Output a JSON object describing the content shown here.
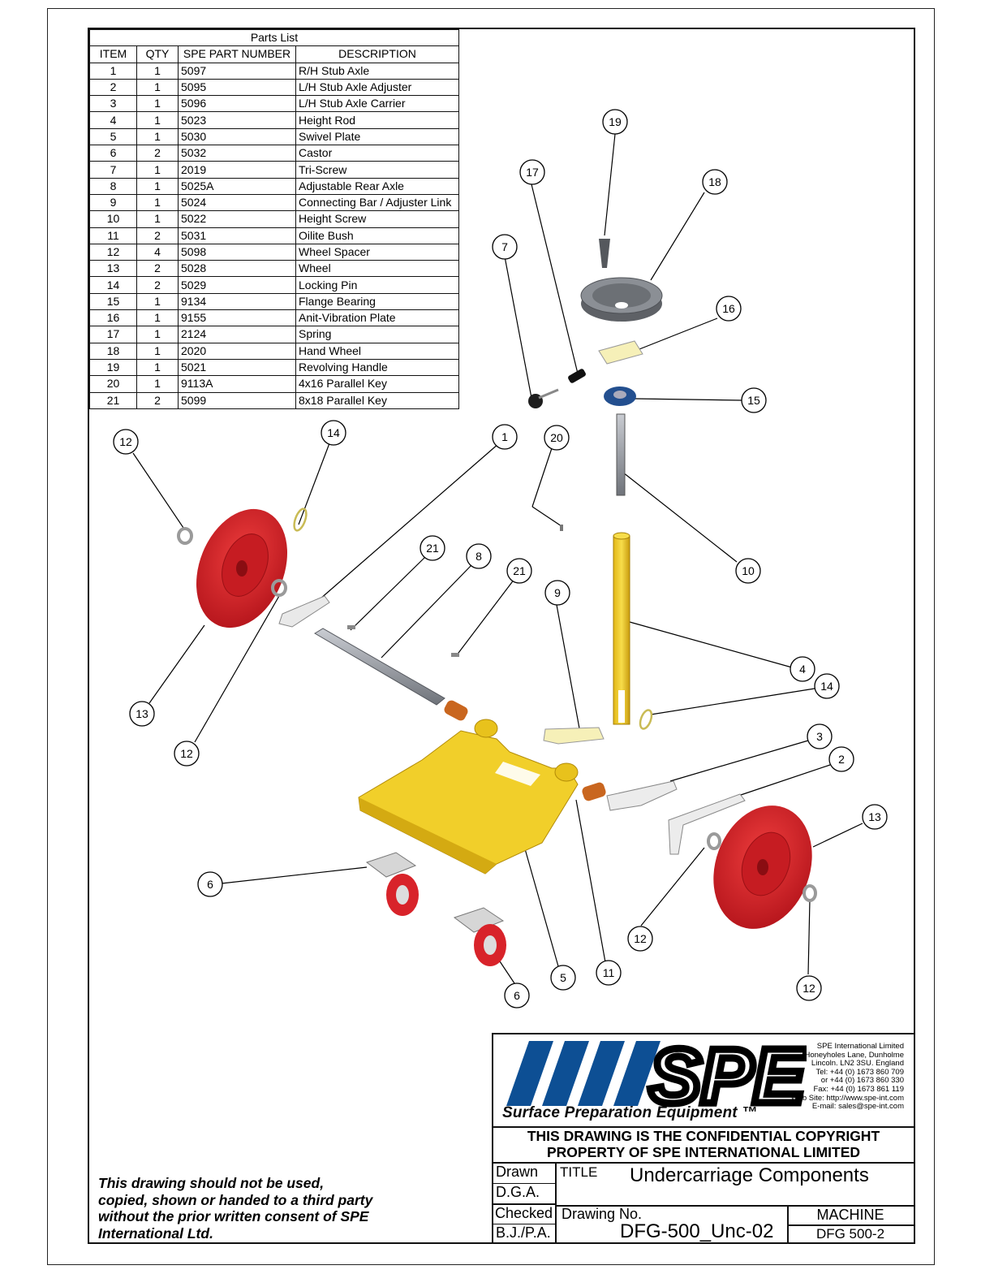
{
  "parts_list": {
    "title": "Parts List",
    "headers": {
      "item": "ITEM",
      "qty": "QTY",
      "part_number": "SPE PART NUMBER",
      "description": "DESCRIPTION"
    },
    "rows": [
      {
        "item": "1",
        "qty": "1",
        "pn": "5097",
        "desc": "R/H Stub Axle"
      },
      {
        "item": "2",
        "qty": "1",
        "pn": "5095",
        "desc": "L/H Stub Axle Adjuster"
      },
      {
        "item": "3",
        "qty": "1",
        "pn": "5096",
        "desc": "L/H Stub Axle Carrier"
      },
      {
        "item": "4",
        "qty": "1",
        "pn": "5023",
        "desc": "Height Rod"
      },
      {
        "item": "5",
        "qty": "1",
        "pn": "5030",
        "desc": "Swivel Plate"
      },
      {
        "item": "6",
        "qty": "2",
        "pn": "5032",
        "desc": "Castor"
      },
      {
        "item": "7",
        "qty": "1",
        "pn": "2019",
        "desc": "Tri-Screw"
      },
      {
        "item": "8",
        "qty": "1",
        "pn": "5025A",
        "desc": "Adjustable Rear Axle"
      },
      {
        "item": "9",
        "qty": "1",
        "pn": "5024",
        "desc": "Connecting Bar / Adjuster Link"
      },
      {
        "item": "10",
        "qty": "1",
        "pn": "5022",
        "desc": "Height Screw"
      },
      {
        "item": "11",
        "qty": "2",
        "pn": "5031",
        "desc": "Oilite Bush"
      },
      {
        "item": "12",
        "qty": "4",
        "pn": "5098",
        "desc": "Wheel Spacer"
      },
      {
        "item": "13",
        "qty": "2",
        "pn": "5028",
        "desc": "Wheel"
      },
      {
        "item": "14",
        "qty": "2",
        "pn": "5029",
        "desc": "Locking Pin"
      },
      {
        "item": "15",
        "qty": "1",
        "pn": "9134",
        "desc": "Flange Bearing"
      },
      {
        "item": "16",
        "qty": "1",
        "pn": "9155",
        "desc": "Anit-Vibration Plate"
      },
      {
        "item": "17",
        "qty": "1",
        "pn": "2124",
        "desc": "Spring"
      },
      {
        "item": "18",
        "qty": "1",
        "pn": "2020",
        "desc": "Hand Wheel"
      },
      {
        "item": "19",
        "qty": "1",
        "pn": "5021",
        "desc": "Revolving Handle"
      },
      {
        "item": "20",
        "qty": "1",
        "pn": "9113A",
        "desc": "4x16 Parallel Key"
      },
      {
        "item": "21",
        "qty": "2",
        "pn": "5099",
        "desc": "8x18 Parallel Key"
      }
    ]
  },
  "callouts": [
    "1",
    "2",
    "3",
    "4",
    "5",
    "6",
    "6",
    "7",
    "8",
    "9",
    "10",
    "11",
    "12",
    "12",
    "12",
    "12",
    "13",
    "13",
    "14",
    "14",
    "15",
    "16",
    "17",
    "18",
    "19",
    "20",
    "21",
    "21"
  ],
  "title_block": {
    "logo_text": "SPE",
    "tagline": "Surface Preparation Equipment ™",
    "address_lines": [
      "SPE International Limited",
      "Honeyholes Lane, Dunholme",
      "Lincoln. LN2 3SU. England",
      "Tel: +44 (0) 1673 860 709",
      "or +44 (0) 1673 860 330",
      "Fax: +44 (0) 1673 861 119",
      "Web Site: http://www.spe-int.com",
      "E-mail: sales@spe-int.com"
    ],
    "confidential_line1": "THIS DRAWING IS THE CONFIDENTIAL COPYRIGHT",
    "confidential_line2": "PROPERTY  OF SPE INTERNATIONAL LIMITED",
    "drawn_label": "Drawn",
    "drawn_value": "D.G.A.",
    "checked_label": "Checked",
    "checked_value": "B.J./P.A.",
    "title_label": "TITLE",
    "title_value": "Undercarriage Components",
    "drawing_no_label": "Drawing No.",
    "drawing_no_value": "DFG-500_Unc-02",
    "machine_label": "MACHINE",
    "machine_value": "DFG 500-2"
  },
  "notice": "This drawing should not be used, copied, shown or handed to a third party without the prior written consent of SPE International Ltd.",
  "colors": {
    "logo_blue": "#0d4f94",
    "wheel_red": "#d8232a",
    "part_yellow": "#f1cf2a",
    "bush_orange": "#c9661f",
    "bearing_blue": "#234f8f"
  }
}
